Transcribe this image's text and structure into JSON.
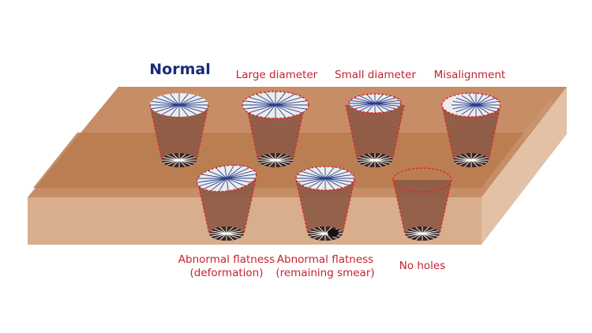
{
  "labels": {
    "normal": "Normal",
    "large_diameter": "Large diameter",
    "small_diameter": "Small diameter",
    "misalignment": "Misalignment",
    "abnormal_flatness_deformation": [
      "Abnormal flatness",
      "(deformation)"
    ],
    "abnormal_flatness_smear": [
      "Abnormal flatness",
      "(remaining smear)"
    ],
    "no_holes": "No holes"
  },
  "colors": {
    "board_top": "#c9906a",
    "board_front": "#d4a884",
    "board_right": "#ddb99c",
    "copper_layer": "#b5794d",
    "hole_wall": "#8e5a45",
    "hole_bottom": "#3a2620",
    "pad": "#ececec",
    "defect_outline": "#e0252c",
    "spokes": "#2a3f8f",
    "normal_label": "#1c2a78",
    "defect_label": "#c4222e"
  }
}
